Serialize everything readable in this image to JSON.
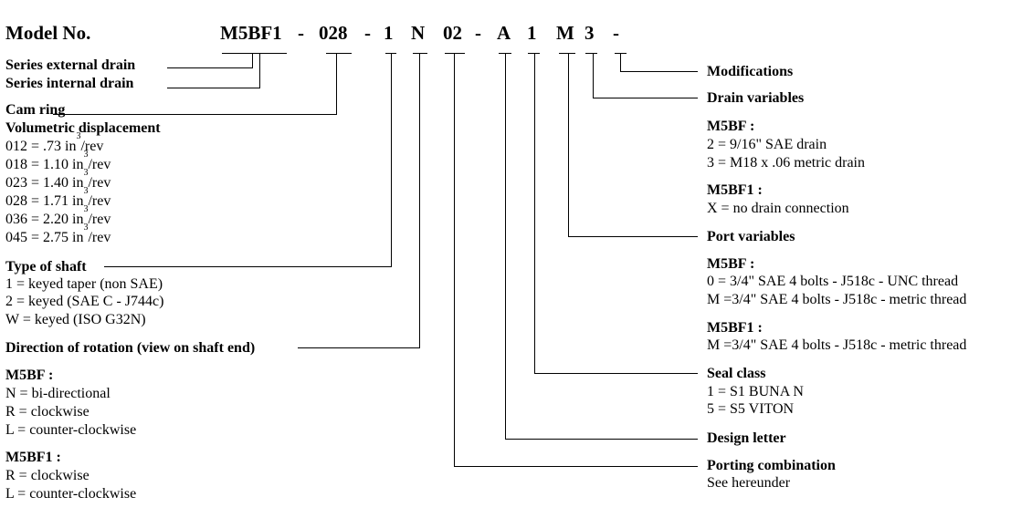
{
  "title": "Model No.",
  "code": {
    "series": "M5BF1",
    "dash1": "-",
    "cam": "028",
    "dash2": "-",
    "shaft": "1",
    "rotation": "N",
    "porting": "02",
    "dash3": "-",
    "design": "A",
    "seal": "1",
    "port": "M",
    "drain": "3",
    "dash4": "-"
  },
  "left": {
    "series_external": "Series external drain",
    "series_internal": "Series internal drain",
    "cam_ring": "Cam ring",
    "vol_disp": "Volumetric displacement",
    "displacements": [
      {
        "code": "012 =   .73 in",
        "unit": "/rev"
      },
      {
        "code": "018 = 1.10 in",
        "unit": "/rev"
      },
      {
        "code": "023 = 1.40 in",
        "unit": "/rev"
      },
      {
        "code": "028 = 1.71 in",
        "unit": "/rev"
      },
      {
        "code": "036 = 2.20 in",
        "unit": "/rev"
      },
      {
        "code": "045 = 2.75 in",
        "unit": "/rev"
      }
    ],
    "cube_sup": "3",
    "type_of_shaft": "Type of shaft",
    "shafts": [
      "1  = keyed taper (non SAE)",
      "2  = keyed (SAE C - J744c)",
      "W = keyed (ISO G32N)"
    ],
    "direction": "Direction of rotation (view on shaft end)",
    "m5bf_head": "M5BF :",
    "m5bf_rot": [
      "N = bi-directional",
      "R = clockwise",
      "L = counter-clockwise"
    ],
    "m5bf1_head": "M5BF1 :",
    "m5bf1_rot": [
      "R = clockwise",
      "L = counter-clockwise"
    ]
  },
  "right": {
    "modifications": "Modifications",
    "drain_variables": "Drain variables",
    "drain_m5bf_head": "M5BF :",
    "drain_m5bf": [
      "2 = 9/16\" SAE drain",
      "3 = M18 x .06 metric drain"
    ],
    "drain_m5bf1_head": "M5BF1 :",
    "drain_m5bf1": [
      "X = no drain connection"
    ],
    "port_variables": "Port variables",
    "port_m5bf_head": "M5BF :",
    "port_m5bf": [
      "0 =  3/4\" SAE 4 bolts - J518c - UNC thread",
      "M =3/4\" SAE 4 bolts - J518c - metric thread"
    ],
    "port_m5bf1_head": "M5BF1 :",
    "port_m5bf1": [
      "M =3/4\" SAE 4 bolts - J518c - metric thread"
    ],
    "seal_class": "Seal class",
    "seals": [
      "1 = S1 BUNA N",
      "5 = S5 VITON"
    ],
    "design_letter": "Design letter",
    "porting_combination": "Porting combination",
    "see_hereunder": "See hereunder"
  }
}
